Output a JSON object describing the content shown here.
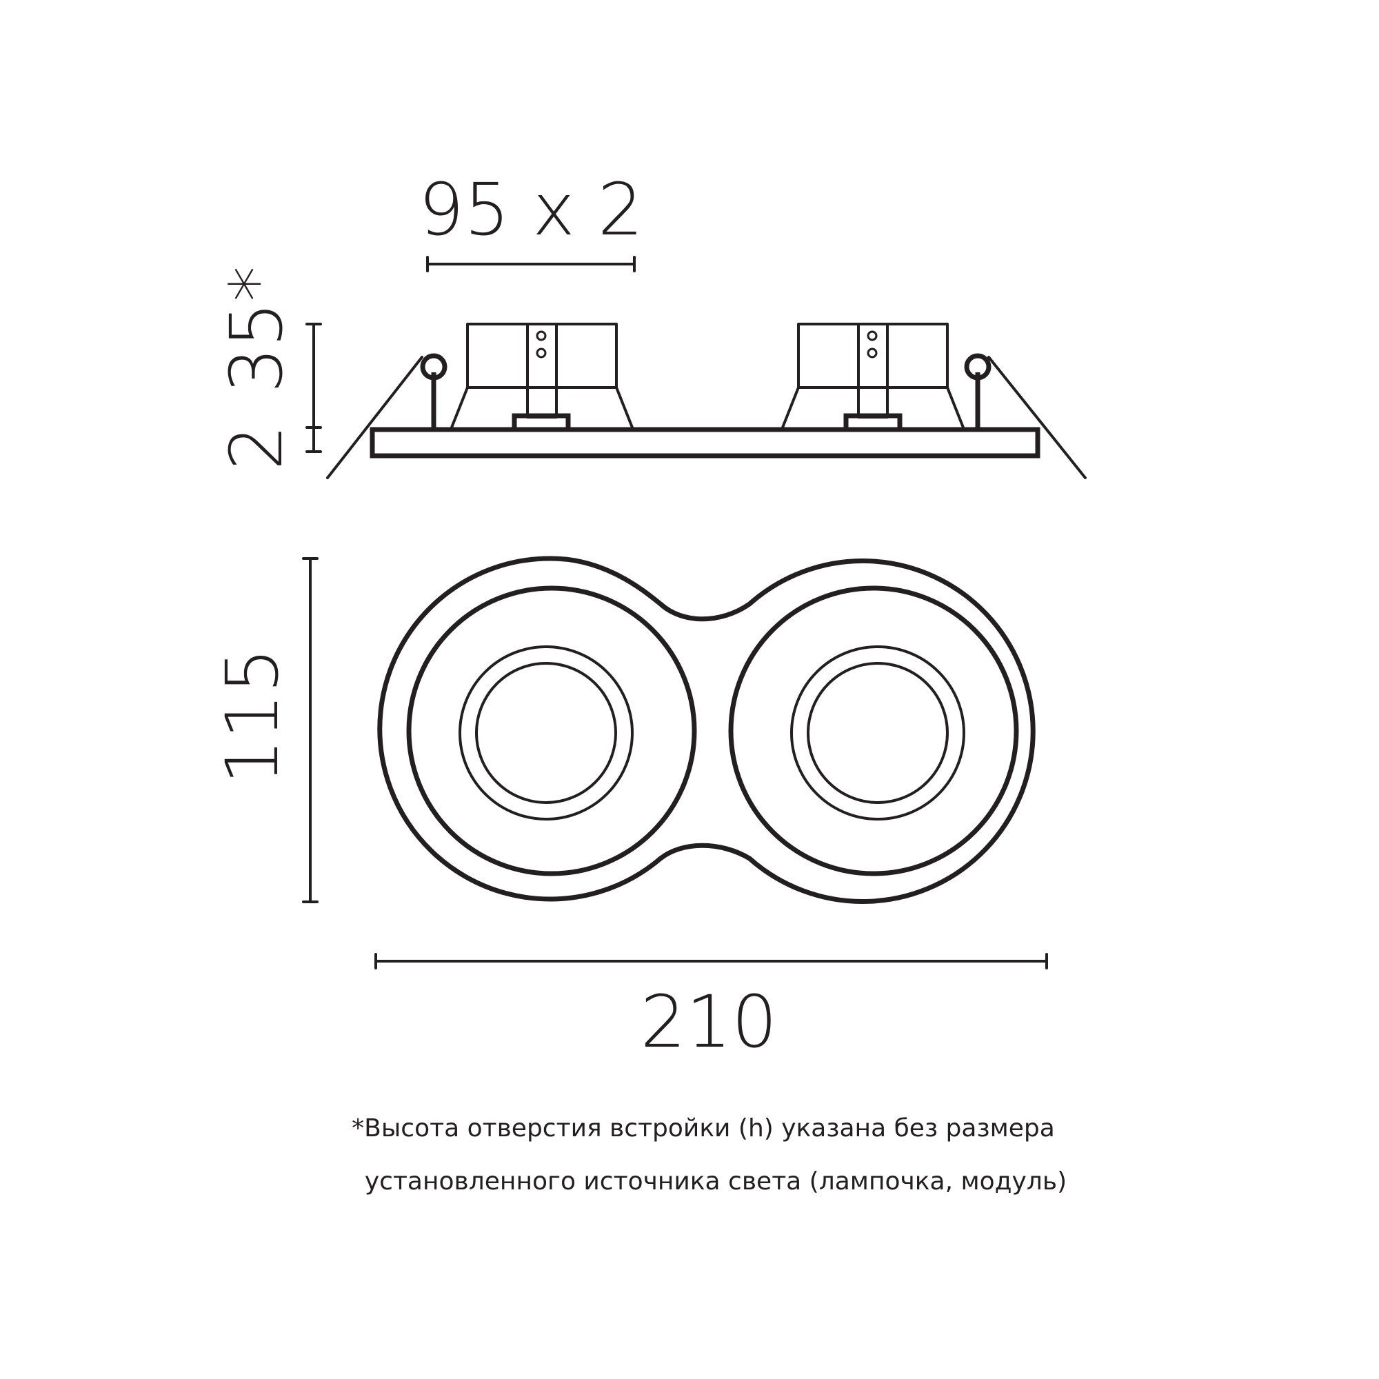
{
  "dimensions": {
    "cutout_width": "95 x 2",
    "recess_height": "35*",
    "flange_thickness": "2",
    "overall_height": "115",
    "overall_width": "210"
  },
  "note": {
    "line1": "*Высота отверстия встройки (h) указана без размера",
    "line2": "установленного источника света (лампочка, модуль)"
  }
}
